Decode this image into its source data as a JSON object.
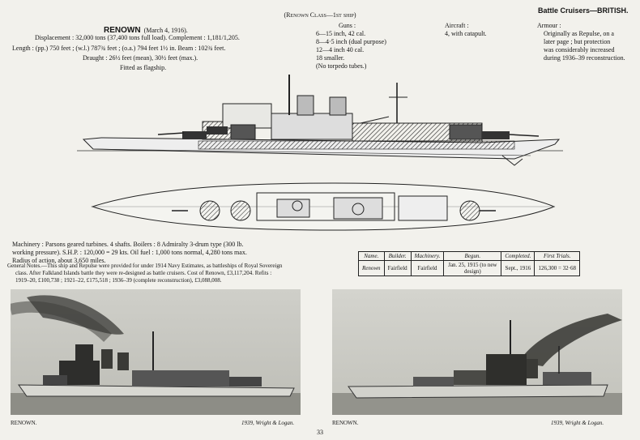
{
  "header": {
    "class_note": "(Renown Class—1st ship)",
    "section": "Battle Cruisers—BRITISH."
  },
  "ship": {
    "name": "RENOWN",
    "launch": "(March 4, 1916).",
    "displacement": "Displacement : 32,000 tons (37,400 tons full load). Complement : 1,181/1,205.",
    "length": "Length : (pp.) 750 feet ; (w.l.) 787¾ feet ; (o.a.) 794 feet 1½ in. Beam : 102¾ feet.",
    "draught": "Draught : 26½ feet (mean), 30½ feet (max.).",
    "flagship": "Fitted as flagship."
  },
  "guns": {
    "label": "Guns :",
    "items": [
      "6—15 inch, 42 cal.",
      "8—4·5 inch (dual purpose)",
      "12—4 inch 40 cal.",
      "18 smaller.",
      "(No torpedo tubes.)"
    ]
  },
  "aircraft": {
    "label": "Aircraft :",
    "value": "4, with catapult."
  },
  "armour": {
    "label": "Armour :",
    "lines": [
      "Originally as Repulse, on a",
      "later page ; but protection",
      "was considerably increased",
      "during 1936–39 reconstruction."
    ]
  },
  "machinery": {
    "lines": [
      "Machinery : Parsons geared turbines. 4 shafts. Boilers : 8 Admiralty 3-drum type (300 lb.",
      "working pressure). S.H.P. : 120,000 = 29 kts. Oil fuel : 1,000 tons normal, 4,280 tons max.",
      "Radius of action, about 3,650 miles."
    ]
  },
  "notes": {
    "lines": [
      "General Notes.—This ship and Repulse were provided for under 1914 Navy Estimates, as battleships of Royal Sovereign",
      "class. After Falkland Islands battle they were re-designed as battle cruisers. Cost of Renown, £3,117,204. Refits :",
      "1919–20, £100,738 ; 1921–22, £175,518 ; 1936–39 (complete reconstruction), £3,088,008."
    ]
  },
  "trials_table": {
    "headers": [
      "Name.",
      "Builder.",
      "Machinery.",
      "Begun.",
      "Completed.",
      "First Trials."
    ],
    "row": [
      "Renown",
      "Fairfield",
      "Fairfield",
      "Jan. 25, 1915 (to new design)",
      "Sept., 1916",
      "126,300 = 32·68"
    ]
  },
  "photos": [
    {
      "caption_left": "RENOWN.",
      "caption_right": "1939, Wright & Logan."
    },
    {
      "caption_left": "RENOWN.",
      "caption_right": "1939, Wright & Logan."
    }
  ],
  "page_number": "33"
}
